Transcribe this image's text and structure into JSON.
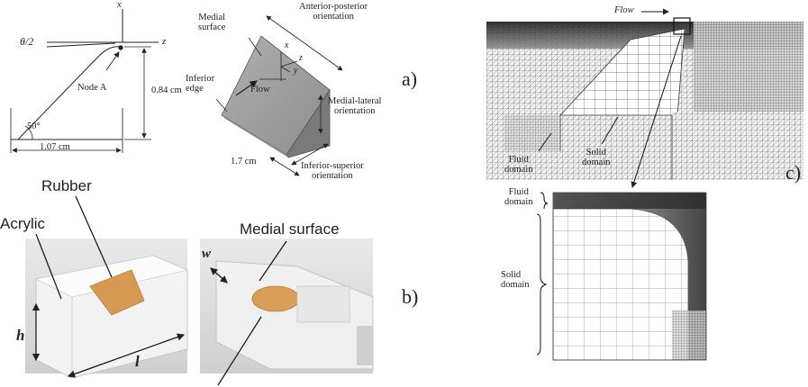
{
  "panel_a": {
    "axis_x": "x",
    "axis_z": "z",
    "theta": "θ/2",
    "node": "Node A",
    "height_dim": "0.84 cm",
    "width_dim": "1.07 cm",
    "angle": "50°",
    "medial_surface": "Medial\nsurface",
    "ap_orientation": "Anterior-posterior\norientation",
    "inferior_edge": "Inferior\nedge",
    "flow": "Flow",
    "ml_orientation": "Medial-lateral\norientation",
    "is_orientation": "Inferior-superior\norientation",
    "length_dim": "1.7 cm",
    "axis_x2": "x",
    "axis_z2": "z",
    "axis_y2": "y",
    "tag": "a)"
  },
  "panel_b": {
    "rubber": "Rubber",
    "acrylic": "Acrylic",
    "medial_surface": "Medial surface",
    "h": "h",
    "l": "l",
    "w": "w",
    "tag": "b)"
  },
  "panel_c": {
    "flow": "Flow",
    "fluid_domain": "Fluid\ndomain",
    "solid_domain": "Solid\ndomain",
    "fluid_domain_zoom": "Fluid\ndomain",
    "solid_domain_zoom": "Solid\ndomain",
    "tag": "c)"
  }
}
